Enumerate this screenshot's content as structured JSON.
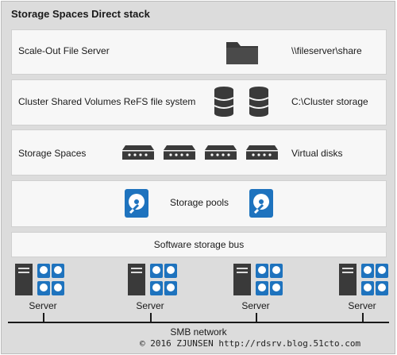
{
  "title": "Storage Spaces Direct stack",
  "layers": {
    "sofs": {
      "label": "Scale-Out File Server",
      "detail": "\\\\fileserver\\share"
    },
    "csv": {
      "label": "Cluster Shared Volumes ReFS file system",
      "detail": "C:\\Cluster storage"
    },
    "spaces": {
      "label": "Storage Spaces",
      "detail": "Virtual disks"
    },
    "pools": {
      "label": "Storage pools"
    },
    "bus": {
      "label": "Software storage bus"
    }
  },
  "servers": [
    "Server",
    "Server",
    "Server",
    "Server"
  ],
  "network": {
    "label": "SMB network"
  },
  "watermark": "© 2016 ZJUNSEN http://rdsrv.blog.51cto.com",
  "colors": {
    "background": "#dcdcdc",
    "layer": "#f7f7f7",
    "icon_dark": "#3a3a3a",
    "disk_blue": "#1e73be"
  },
  "icons": {
    "sofs": "folder-icon",
    "csv": "database-icon",
    "spaces": "virtual-disk-icon",
    "pools": "hard-disk-icon",
    "servers": "server-icon"
  }
}
